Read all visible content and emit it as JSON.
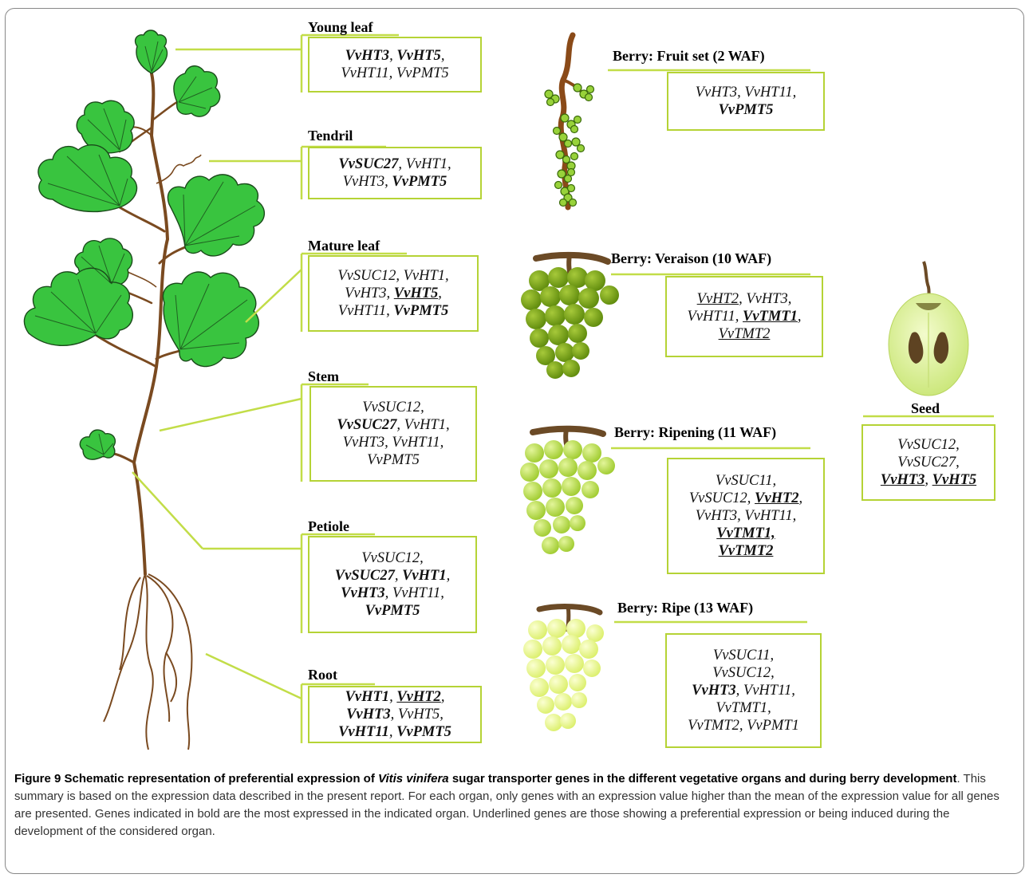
{
  "figure": {
    "labels": {
      "young_leaf": "Young leaf",
      "tendril": "Tendril",
      "mature_leaf": "Mature leaf",
      "stem": "Stem",
      "petiole": "Petiole",
      "root": "Root",
      "fruit_set": "Berry: Fruit set (2 WAF)",
      "veraison": "Berry: Veraison (10 WAF)",
      "ripening": "Berry: Ripening (11 WAF)",
      "ripe": "Berry: Ripe (13 WAF)",
      "seed": "Seed"
    },
    "boxes": {
      "young_leaf": [
        [
          {
            "t": "VvHT3",
            "b": true
          },
          {
            "t": ", "
          },
          {
            "t": "VvHT5",
            "b": true
          },
          {
            "t": ","
          }
        ],
        [
          {
            "t": "VvHT11, VvPMT5"
          }
        ]
      ],
      "tendril": [
        [
          {
            "t": "VvSUC27",
            "b": true
          },
          {
            "t": ", VvHT1,"
          }
        ],
        [
          {
            "t": "VvHT3, "
          },
          {
            "t": "VvPMT5",
            "b": true
          }
        ]
      ],
      "mature_leaf": [
        [
          {
            "t": "VvSUC12, VvHT1,"
          }
        ],
        [
          {
            "t": "VvHT3, "
          },
          {
            "t": "VvHT5",
            "b": true,
            "u": true
          },
          {
            "t": ","
          }
        ],
        [
          {
            "t": "VvHT11, "
          },
          {
            "t": "VvPMT5",
            "b": true
          }
        ]
      ],
      "stem": [
        [
          {
            "t": "VvSUC12,"
          }
        ],
        [
          {
            "t": "VvSUC27",
            "b": true
          },
          {
            "t": ", VvHT1,"
          }
        ],
        [
          {
            "t": "VvHT3, VvHT11,"
          }
        ],
        [
          {
            "t": "VvPMT5"
          }
        ]
      ],
      "petiole": [
        [
          {
            "t": "VvSUC12,"
          }
        ],
        [
          {
            "t": "VvSUC27",
            "b": true
          },
          {
            "t": ", "
          },
          {
            "t": "VvHT1",
            "b": true
          },
          {
            "t": ","
          }
        ],
        [
          {
            "t": "VvHT3",
            "b": true
          },
          {
            "t": ", VvHT11,"
          }
        ],
        [
          {
            "t": "VvPMT5",
            "b": true
          }
        ]
      ],
      "root": [
        [
          {
            "t": "VvHT1",
            "b": true
          },
          {
            "t": ", "
          },
          {
            "t": "VvHT2",
            "b": true,
            "u": true
          },
          {
            "t": ","
          }
        ],
        [
          {
            "t": "VvHT3",
            "b": true
          },
          {
            "t": ", VvHT5,"
          }
        ],
        [
          {
            "t": "VvHT11",
            "b": true
          },
          {
            "t": ", "
          },
          {
            "t": "VvPMT5",
            "b": true
          }
        ]
      ],
      "fruit_set": [
        [
          {
            "t": "VvHT3, VvHT11,"
          }
        ],
        [
          {
            "t": "VvPMT5",
            "b": true
          }
        ]
      ],
      "veraison": [
        [
          {
            "t": "VvHT2",
            "u": true
          },
          {
            "t": ", VvHT3,"
          }
        ],
        [
          {
            "t": "VvHT11, "
          },
          {
            "t": "VvTMT1",
            "b": true,
            "u": true
          },
          {
            "t": ","
          }
        ],
        [
          {
            "t": "VvTMT2",
            "u": true
          }
        ]
      ],
      "ripening": [
        [
          {
            "t": "VvSUC11,"
          }
        ],
        [
          {
            "t": "VvSUC12, "
          },
          {
            "t": "VvHT2",
            "b": true,
            "u": true
          },
          {
            "t": ","
          }
        ],
        [
          {
            "t": "VvHT3, VvHT11,"
          }
        ],
        [
          {
            "t": "VvTMT1,",
            "b": true,
            "u": true
          }
        ],
        [
          {
            "t": "VvTMT2",
            "b": true,
            "u": true
          }
        ]
      ],
      "ripe": [
        [
          {
            "t": "VvSUC11,"
          }
        ],
        [
          {
            "t": "VvSUC12,"
          }
        ],
        [
          {
            "t": "VvHT3",
            "b": true
          },
          {
            "t": ", VvHT11,"
          }
        ],
        [
          {
            "t": "VvTMT1,"
          }
        ],
        [
          {
            "t": "VvTMT2, VvPMT1"
          }
        ]
      ],
      "seed": [
        [
          {
            "t": "VvSUC12,"
          }
        ],
        [
          {
            "t": "VvSUC27,"
          }
        ],
        [
          {
            "t": "VvHT3",
            "b": true,
            "u": true
          },
          {
            "t": ", "
          },
          {
            "t": "VvHT5",
            "b": true,
            "u": true
          }
        ]
      ]
    }
  },
  "caption": {
    "label": "Figure 9",
    "title_a": "Schematic representation of preferential expression of",
    "title_italic": "Vitis vinifera",
    "title_b": "sugar transporter genes in the different vegetative organs and during berry development",
    "body": ". This summary is based on the expression data described in the present report. For each organ, only genes with an expression value higher than the mean of the expression value for all genes are presented. Genes indicated in bold are the most expressed in the indicated organ. Underlined genes are those showing a preferential expression or being induced during the development of the considered organ."
  },
  "colors": {
    "leaf": "#39c43f",
    "leaf_outline": "#1a4a1a",
    "stem": "#7a4a20",
    "box_border": "#b5d335",
    "green_berry": "#6f9a12",
    "ripening_berry": "#b8e04a",
    "ripe_berry": "#e8f58a",
    "seed_body": "#d6ef8a"
  }
}
